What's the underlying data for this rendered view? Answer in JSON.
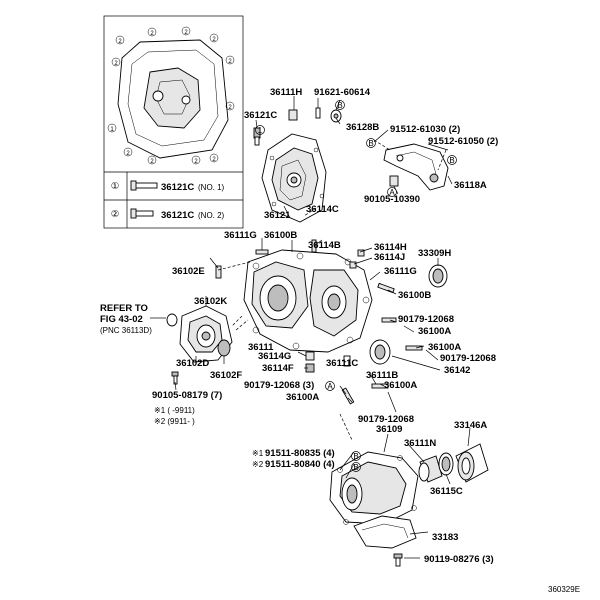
{
  "labels": {
    "p36111h": "36111H",
    "p91621": "91621-60614",
    "p36121c": "36121C",
    "p36128b": "36128B",
    "p91512a": "91512-61030 (2)",
    "p91512b": "91512-61050 (2)",
    "p36118a": "36118A",
    "p90105a": "90105-10390",
    "p36121": "36121",
    "p36114c": "36114C",
    "p36111g_a": "36111G",
    "p36100b_a": "36100B",
    "p36114b": "36114B",
    "p36114h": "36114H",
    "p36114j": "36114J",
    "p33309h": "33309H",
    "p36111g_b": "36111G",
    "p36100b_b": "36100B",
    "p36102e": "36102E",
    "p36102k": "36102K",
    "p90179a": "90179-12068",
    "p36100a_a": "36100A",
    "p36100a_b": "36100A",
    "p90179b": "90179-12068",
    "p36142": "36142",
    "p36102d": "36102D",
    "p36102f": "36102F",
    "p36111": "36111",
    "p36114g": "36114G",
    "p36114f": "36114F",
    "p36111c": "36111C",
    "p36111b": "36111B",
    "p90179c": "90179-12068 (3)",
    "p36100a_c": "36100A",
    "p36100a_d": "36100A",
    "p90105b": "90105-08179 (7)",
    "p90179d": "90179-12068",
    "p36109": "36109",
    "p33146a": "33146A",
    "p36111n": "36111N",
    "p91511a": "91511-80835 (4)",
    "p91511b": "91511-80840 (4)",
    "p36115c": "36115C",
    "p33183": "33183",
    "p90119": "90119-08276 (3)",
    "footer_code": "360329E"
  },
  "refer": {
    "line1": "REFER TO",
    "line2": "FIG 43-02",
    "line3": "(PNC 36113D)"
  },
  "notes": {
    "n1": "※1 (        -9911)",
    "n2": "※2 (9911-        )",
    "m1": "※1",
    "m2": "※2"
  },
  "inset": {
    "row1_mark": "①",
    "row1_part": "36121C",
    "row1_note": "(NO. 1)",
    "row2_mark": "②",
    "row2_part": "36121C",
    "row2_note": "(NO. 2)"
  },
  "markers": {
    "a": "A",
    "b": "B",
    "one": "1",
    "two": "2"
  }
}
